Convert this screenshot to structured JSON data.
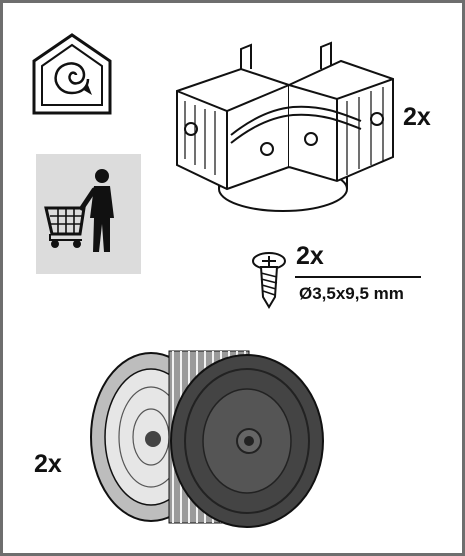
{
  "items": {
    "recirculation_kit": {
      "icon": "recirculation-house-icon"
    },
    "purchase_note": {
      "icon": "shopping-cart-person-icon",
      "background": "#dcdcdc"
    },
    "adapter": {
      "quantity": "2x",
      "icon": "air-deflector-adapter"
    },
    "screw": {
      "quantity": "2x",
      "size": "Ø3,5x9,5 mm",
      "icon": "screw-icon"
    },
    "carbon_filter": {
      "quantity": "2x",
      "icon": "carbon-filter-icon"
    }
  },
  "colors": {
    "border": "#6e6e6e",
    "line": "#111111",
    "filter_dark": "#444444"
  }
}
